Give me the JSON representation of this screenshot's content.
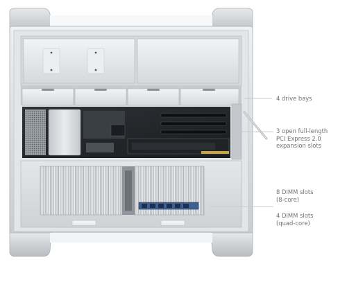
{
  "figure": {
    "subject": "Mac Pro tower, side panel removed"
  },
  "callouts": [
    {
      "id": "drive-bays",
      "lines": [
        "4 drive bays"
      ]
    },
    {
      "id": "pci-slots",
      "lines": [
        "3 open full-length",
        "PCI Express 2.0",
        "expansion slots"
      ]
    },
    {
      "id": "dimm-8core",
      "lines": [
        "8 DIMM slots",
        "(8-core)"
      ]
    },
    {
      "id": "dimm-quadcore",
      "lines": [
        "4 DIMM slots",
        "(quad-core)"
      ]
    }
  ],
  "colors": {
    "case_aluminum": "#d7dadd",
    "leader_line": "#c8cbce",
    "callout_text": "#6f7479",
    "memory_module": "#3e5f8f"
  }
}
